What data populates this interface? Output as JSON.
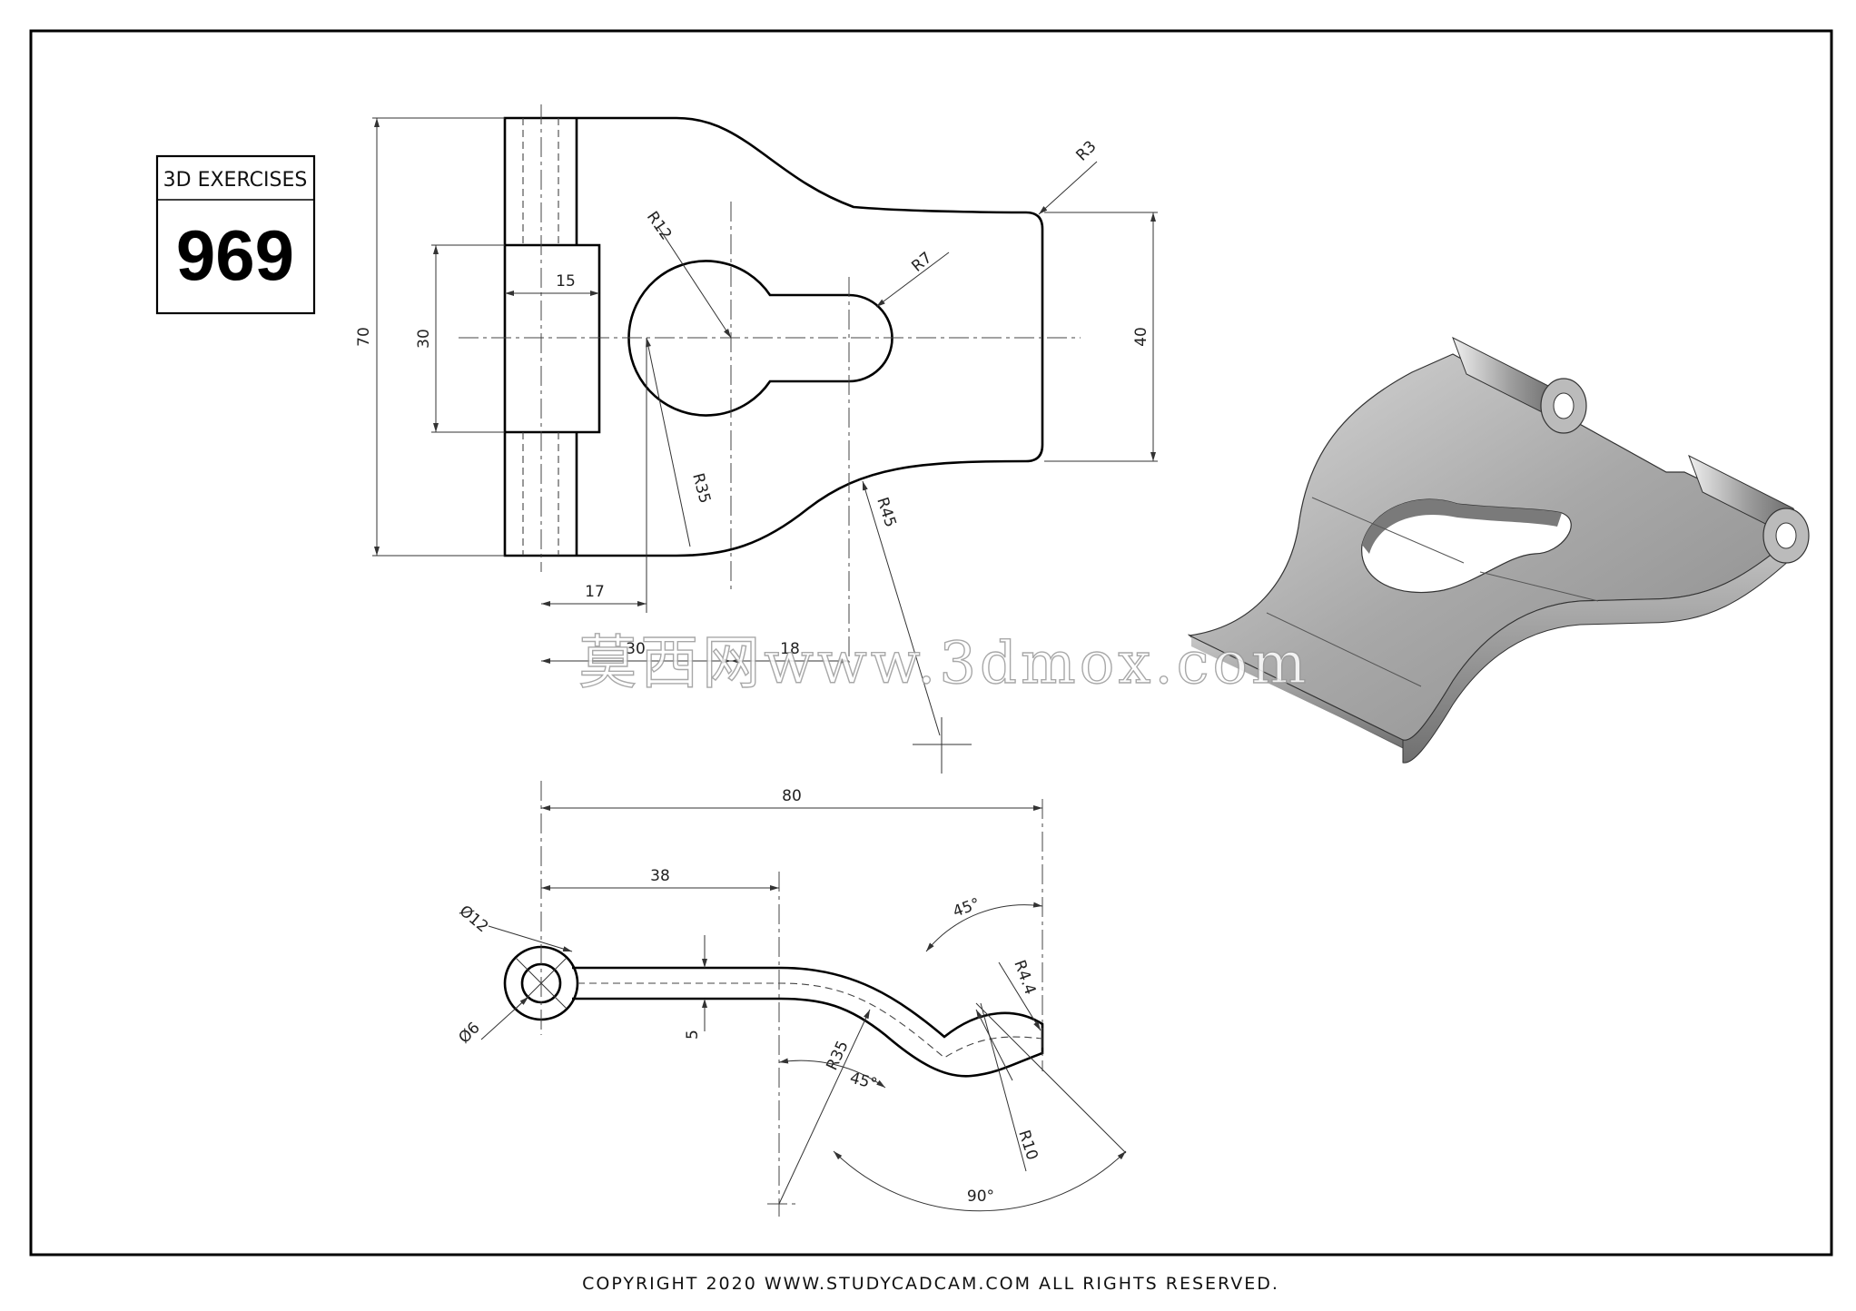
{
  "title_block": {
    "label": "3D EXERCISES",
    "number": "969"
  },
  "top_view_dimensions": {
    "overall_height": "70",
    "slot_height": "30",
    "right_height": "40",
    "slot_width": "15",
    "r3": "R3",
    "r12": "R12",
    "r7": "R7",
    "r35": "R35",
    "r45": "R45",
    "dim17": "17",
    "dim30": "30",
    "dim18": "18"
  },
  "side_view_dimensions": {
    "overall_length": "80",
    "dim38": "38",
    "dia12": "Ø12",
    "dia6": "Ø6",
    "thickness": "5",
    "angle45_top": "45°",
    "r4_4": "R4.4",
    "r35": "R35",
    "angle45_bottom": "45°",
    "r10": "R10",
    "angle90": "90°"
  },
  "watermark": "莫西网www.3dmox.com",
  "copyright": "COPYRIGHT  2020 WWW.STUDYCADCAM.COM ALL RIGHTS RESERVED."
}
